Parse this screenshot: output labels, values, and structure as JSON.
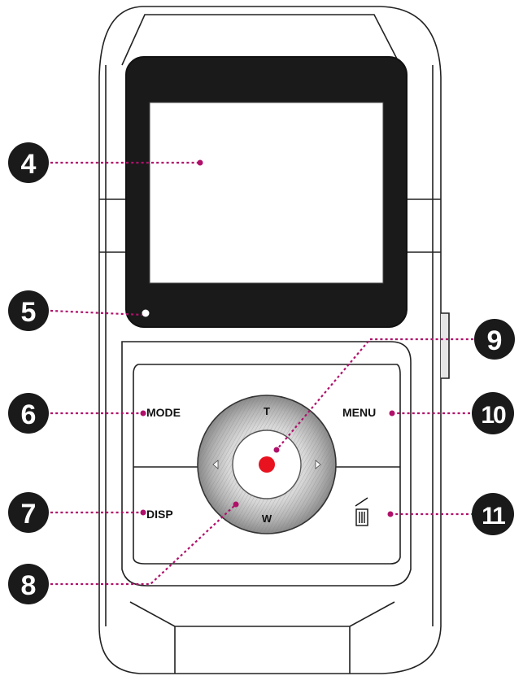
{
  "callouts": [
    {
      "number": "4"
    },
    {
      "number": "5"
    },
    {
      "number": "6"
    },
    {
      "number": "7"
    },
    {
      "number": "8"
    },
    {
      "number": "9"
    },
    {
      "number": "10"
    },
    {
      "number": "11"
    }
  ],
  "buttons": {
    "mode_label": "MODE",
    "menu_label": "MENU",
    "disp_label": "DISP",
    "zoom_in_label": "T",
    "zoom_out_label": "W"
  },
  "icons": {
    "delete": "trash-icon",
    "record": "record-dot-icon",
    "left": "arrow-left-icon",
    "right": "arrow-right-icon"
  },
  "colors": {
    "leader": "#b0106a",
    "record": "#e8131f",
    "screen": "#1a1a1a",
    "outline": "#222222",
    "badge": "#1a1a1a"
  }
}
